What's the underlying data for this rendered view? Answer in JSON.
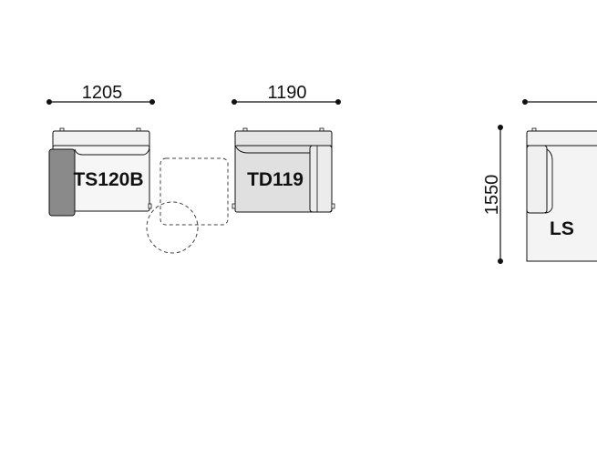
{
  "dimensions": {
    "ts120b_width": "1205",
    "td119_width": "1190",
    "ls_depth": "1550"
  },
  "modules": {
    "ts120b": "TS120B",
    "td119": "TD119",
    "ls_partial": "LS"
  },
  "colors": {
    "line": "#111111",
    "seat_light": "#efefef",
    "seat_mid": "#e0e0e0",
    "arm_dark": "#8a8a8a",
    "dashed": "#444444"
  }
}
